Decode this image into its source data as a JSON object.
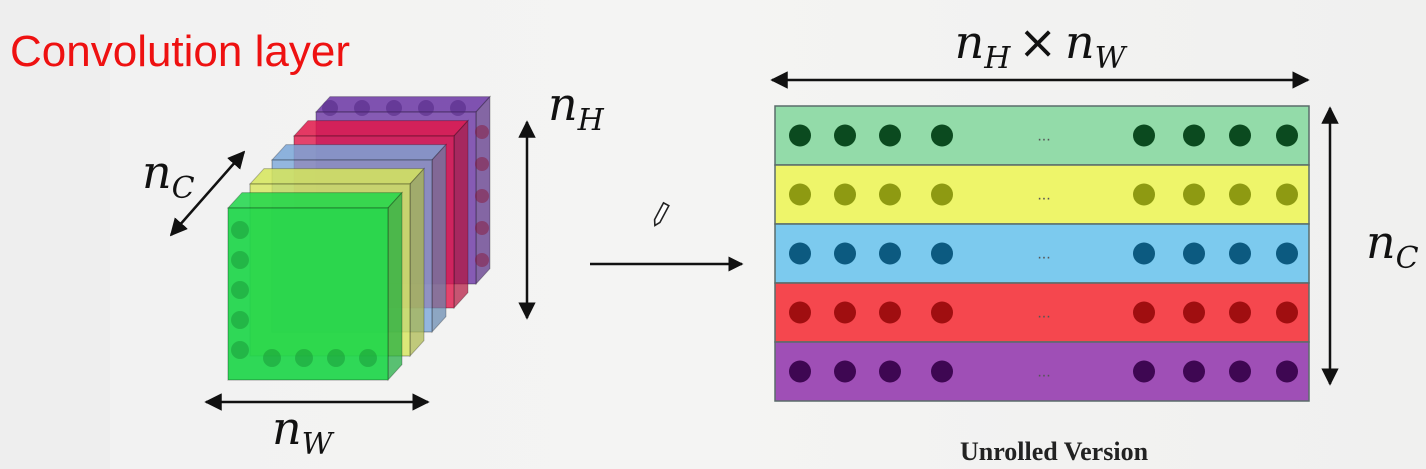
{
  "title": "Convolution layer",
  "caption": "Unrolled Version",
  "cube_labels": {
    "channels": {
      "base": "n",
      "sub": "C"
    },
    "height": {
      "base": "n",
      "sub": "H"
    },
    "width": {
      "base": "n",
      "sub": "W"
    }
  },
  "matrix_labels": {
    "top_left": {
      "base": "n",
      "sub": "H"
    },
    "times": "×",
    "top_right": {
      "base": "n",
      "sub": "W"
    },
    "rows": {
      "base": "n",
      "sub": "C"
    }
  },
  "ellipsis": "...",
  "rows": [
    {
      "fill": "#93dba9",
      "dot": "#0b4a1f"
    },
    {
      "fill": "#eef56a",
      "dot": "#8e9a12"
    },
    {
      "fill": "#7ccaee",
      "dot": "#0c5a80"
    },
    {
      "fill": "#f5474e",
      "dot": "#a00e10"
    },
    {
      "fill": "#9f4fb6",
      "dot": "#3e0752"
    }
  ],
  "cube_slices": [
    "#6a35a4",
    "#e0174a",
    "#7aa6d8",
    "#d6e55a",
    "#1ed64a"
  ]
}
